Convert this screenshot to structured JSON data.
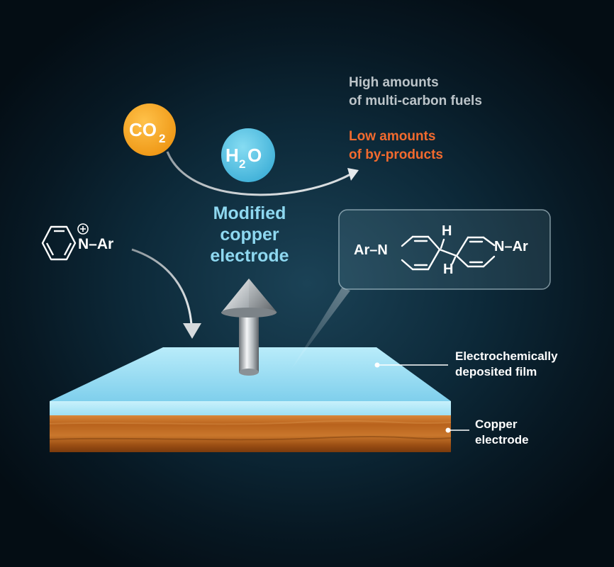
{
  "outputs": {
    "high_line1": "High amounts",
    "high_line2": "of multi-carbon fuels",
    "low_line1": "Low amounts",
    "low_line2": "of by-products"
  },
  "reactants": {
    "co2_main": "CO",
    "co2_sub": "2",
    "h2o_h": "H",
    "h2o_sub": "2",
    "h2o_o": "O"
  },
  "center_title": {
    "line1": "Modified",
    "line2": "copper",
    "line3": "electrode"
  },
  "pyridinium": {
    "label": "N–Ar",
    "charge": "+"
  },
  "bipyridine": {
    "left_label": "Ar–N",
    "right_label": "N–Ar",
    "h_top": "H",
    "h_bottom": "H"
  },
  "layers": {
    "film_line1": "Electrochemically",
    "film_line2": "deposited film",
    "copper_line1": "Copper",
    "copper_line2": "electrode"
  },
  "colors": {
    "co2_circle": "#f5a623",
    "h2o_circle": "#5cc6e6",
    "film": "#8fd9f2",
    "copper": "#b5621c",
    "byproducts_text": "#f26a2e",
    "fuels_text": "#bcc4c9",
    "title_text": "#8ed8f0"
  }
}
